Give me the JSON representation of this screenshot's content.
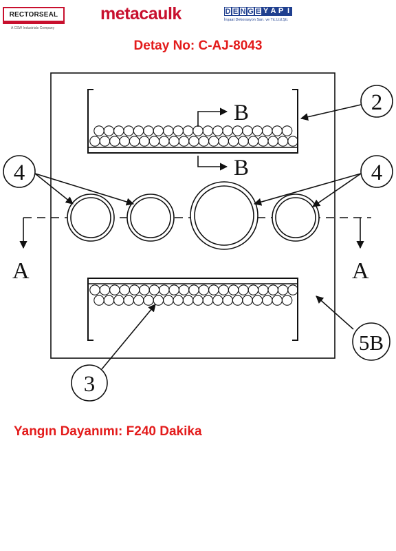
{
  "header": {
    "rectorseal_logo": "RECTORSEAL",
    "rectorseal_sub": "A CSW Industrials Company",
    "metacaulk_logo": "metacaulk",
    "dengeyapi_letters": [
      "D",
      "E",
      "N",
      "G",
      "E",
      "Y",
      "A",
      "P",
      "I"
    ],
    "dengeyapi_sub": "İnşaat Dekorasyon San. ve Tic.Ltd.Şti."
  },
  "title": "Detay No: C-AJ-8043",
  "footer": {
    "fire_rating": "Yangın Dayanımı: F240 Dakika"
  },
  "diagram": {
    "callouts": {
      "c2": "2",
      "c3": "3",
      "c4_left": "4",
      "c4_right": "4",
      "c5b": "5B"
    },
    "section_labels": {
      "b_top": "B",
      "b_bottom": "B",
      "a_left": "A",
      "a_right": "A"
    },
    "colors": {
      "line": "#111111",
      "title_red": "#e31b1b",
      "brand_red": "#c8102e",
      "brand_blue": "#1f3f8f"
    }
  }
}
